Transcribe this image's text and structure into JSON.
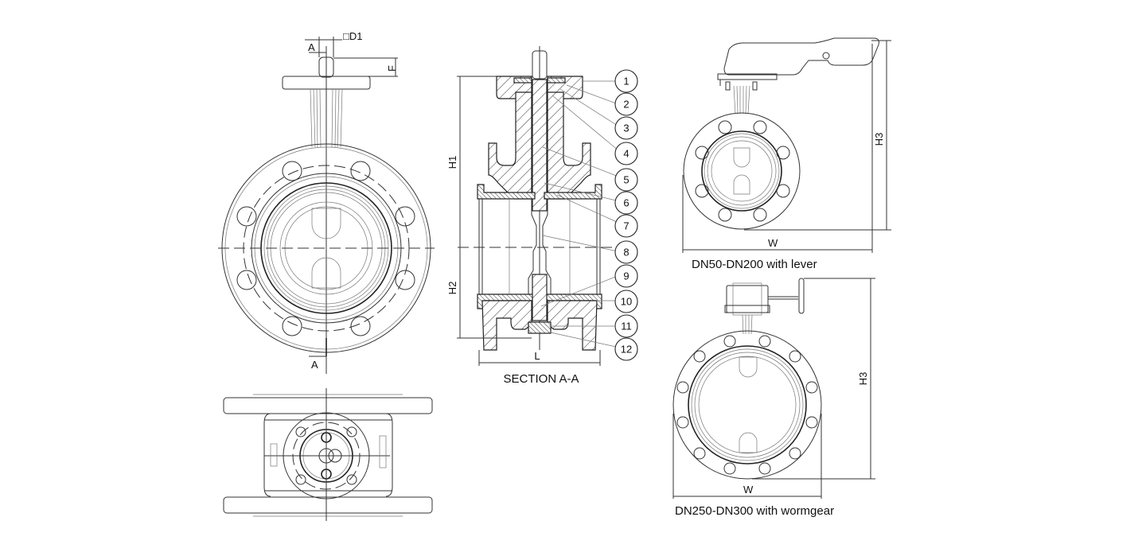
{
  "drawing": {
    "title": "Butterfly valve technical drawing",
    "views": {
      "front_view": {
        "dimension_labels": {
          "square_drive": "□D1",
          "section_marker_top": "A",
          "section_marker_bottom": "A",
          "shaft_height": "F"
        }
      },
      "section_view": {
        "caption": "SECTION A-A",
        "dimension_labels": {
          "upper_height": "H1",
          "lower_height": "H2",
          "length": "L"
        },
        "part_numbers": [
          "1",
          "2",
          "3",
          "4",
          "5",
          "6",
          "7",
          "8",
          "9",
          "10",
          "11",
          "12"
        ]
      },
      "lever_view": {
        "caption": "DN50-DN200 with lever",
        "dimension_labels": {
          "width": "W",
          "height": "H3"
        }
      },
      "wormgear_view": {
        "caption": "DN250-DN300 with wormgear",
        "dimension_labels": {
          "width": "W",
          "height": "H3"
        }
      }
    }
  }
}
